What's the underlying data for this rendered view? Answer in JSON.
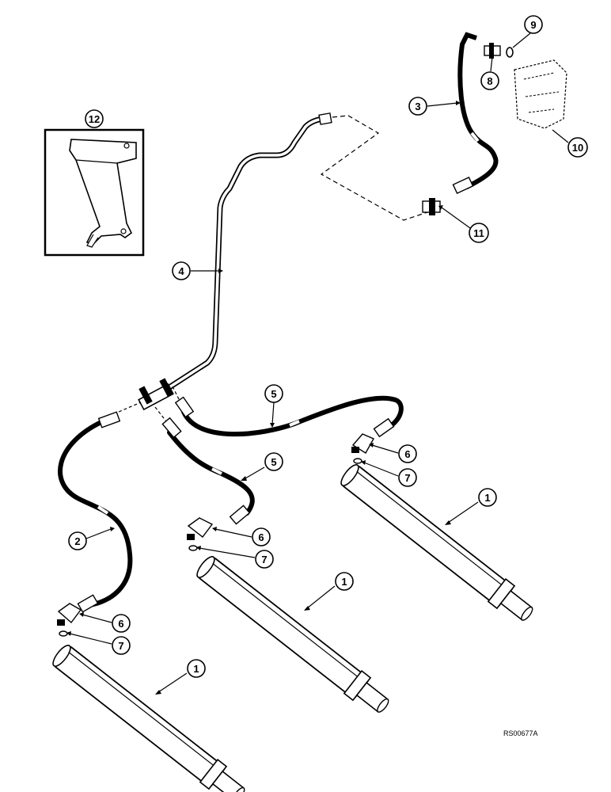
{
  "diagram": {
    "reference_code": "RS00677A",
    "callouts": {
      "c1a": "1",
      "c1b": "1",
      "c1c": "1",
      "c2": "2",
      "c3": "3",
      "c4": "4",
      "c5a": "5",
      "c5b": "5",
      "c6a": "6",
      "c6b": "6",
      "c6c": "6",
      "c7a": "7",
      "c7b": "7",
      "c7c": "7",
      "c8": "8",
      "c9": "9",
      "c10": "10",
      "c11": "11",
      "c12": "12"
    }
  }
}
